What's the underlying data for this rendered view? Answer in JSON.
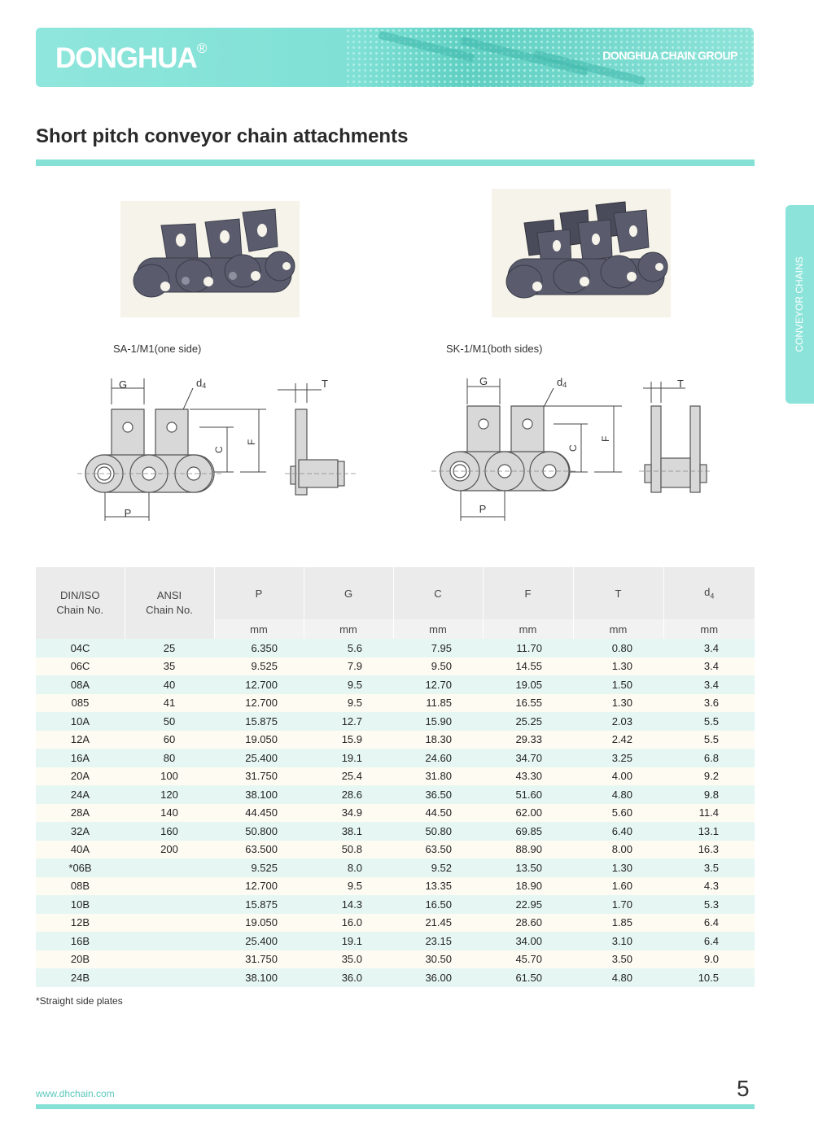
{
  "header": {
    "logo": "DONGHUA",
    "logo_mark": "®",
    "group": "DONGHUA CHAIN GROUP"
  },
  "page_title": "Short pitch conveyor chain attachments",
  "side_tab": "CONVEYOR CHAINS",
  "figures": [
    {
      "caption": "SA-1/M1(one side)"
    },
    {
      "caption": "SK-1/M1(both sides)"
    }
  ],
  "dim_labels": {
    "G": "G",
    "d4": "d",
    "d4_sub": "4",
    "C": "C",
    "F": "F",
    "P": "P",
    "T": "T"
  },
  "table": {
    "headers": [
      "DIN/ISO\nChain No.",
      "ANSI\nChain No.",
      "P",
      "G",
      "C",
      "F",
      "T",
      "d4"
    ],
    "header_d4_main": "d",
    "header_d4_sub": "4",
    "units": [
      "mm",
      "mm",
      "mm",
      "mm",
      "mm",
      "mm"
    ],
    "rows": [
      [
        "04C",
        "25",
        "6.350",
        "5.6",
        "7.95",
        "11.70",
        "0.80",
        "3.4"
      ],
      [
        "06C",
        "35",
        "9.525",
        "7.9",
        "9.50",
        "14.55",
        "1.30",
        "3.4"
      ],
      [
        "08A",
        "40",
        "12.700",
        "9.5",
        "12.70",
        "19.05",
        "1.50",
        "3.4"
      ],
      [
        "085",
        "41",
        "12.700",
        "9.5",
        "11.85",
        "16.55",
        "1.30",
        "3.6"
      ],
      [
        "10A",
        "50",
        "15.875",
        "12.7",
        "15.90",
        "25.25",
        "2.03",
        "5.5"
      ],
      [
        "12A",
        "60",
        "19.050",
        "15.9",
        "18.30",
        "29.33",
        "2.42",
        "5.5"
      ],
      [
        "16A",
        "80",
        "25.400",
        "19.1",
        "24.60",
        "34.70",
        "3.25",
        "6.8"
      ],
      [
        "20A",
        "100",
        "31.750",
        "25.4",
        "31.80",
        "43.30",
        "4.00",
        "9.2"
      ],
      [
        "24A",
        "120",
        "38.100",
        "28.6",
        "36.50",
        "51.60",
        "4.80",
        "9.8"
      ],
      [
        "28A",
        "140",
        "44.450",
        "34.9",
        "44.50",
        "62.00",
        "5.60",
        "11.4"
      ],
      [
        "32A",
        "160",
        "50.800",
        "38.1",
        "50.80",
        "69.85",
        "6.40",
        "13.1"
      ],
      [
        "40A",
        "200",
        "63.500",
        "50.8",
        "63.50",
        "88.90",
        "8.00",
        "16.3"
      ],
      [
        "*06B",
        "",
        "9.525",
        "8.0",
        "9.52",
        "13.50",
        "1.30",
        "3.5"
      ],
      [
        "08B",
        "",
        "12.700",
        "9.5",
        "13.35",
        "18.90",
        "1.60",
        "4.3"
      ],
      [
        "10B",
        "",
        "15.875",
        "14.3",
        "16.50",
        "22.95",
        "1.70",
        "5.3"
      ],
      [
        "12B",
        "",
        "19.050",
        "16.0",
        "21.45",
        "28.60",
        "1.85",
        "6.4"
      ],
      [
        "16B",
        "",
        "25.400",
        "19.1",
        "23.15",
        "34.00",
        "3.10",
        "6.4"
      ],
      [
        "20B",
        "",
        "31.750",
        "35.0",
        "30.50",
        "45.70",
        "3.50",
        "9.0"
      ],
      [
        "24B",
        "",
        "38.100",
        "36.0",
        "36.00",
        "61.50",
        "4.80",
        "10.5"
      ]
    ]
  },
  "footnote": "*Straight side plates",
  "footer": {
    "url": "www.dhchain.com",
    "page_number": "5"
  },
  "colors": {
    "accent": "#85e0d6",
    "row_odd": "#e6f7f3",
    "row_even": "#fdfbf2",
    "chain_metal": "#5a5c6e"
  }
}
